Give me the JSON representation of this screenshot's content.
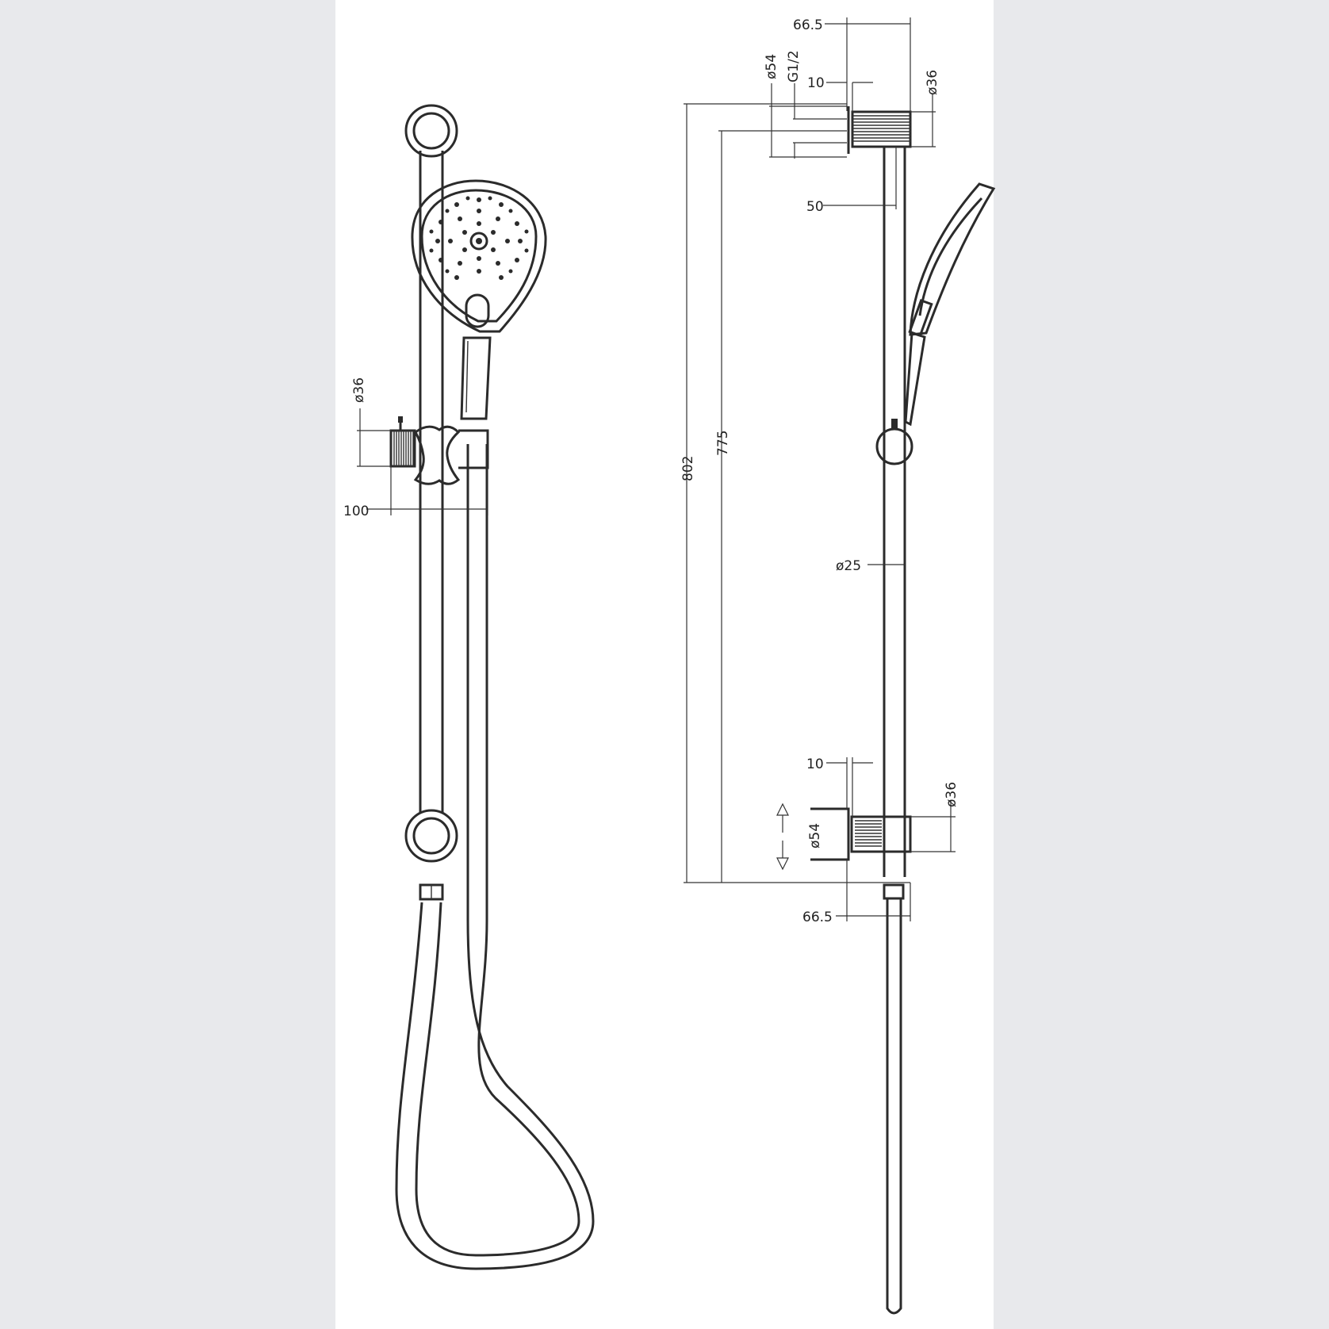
{
  "colors": {
    "background": "#e8e9ec",
    "sheet": "#ffffff",
    "line": "#2b2b2b"
  },
  "front_view": {
    "dim_holder_diameter": "ø36",
    "dim_holder_projection": "100"
  },
  "side_view": {
    "dim_top_projection": "66.5",
    "dim_top_flange_diameter": "ø54",
    "dim_thread": "G1/2",
    "dim_top_offset": "10",
    "dim_top_knob_diameter": "ø36",
    "dim_top_depth": "50",
    "dim_overall_height": "802",
    "dim_centers_height": "775",
    "dim_rail_diameter": "ø25",
    "dim_bottom_offset": "10",
    "dim_bottom_knob_diameter": "ø36",
    "dim_bottom_flange_diameter": "ø54",
    "dim_bottom_projection": "66.5",
    "adjust_arrow_icon": "up-down-arrow-icon"
  }
}
